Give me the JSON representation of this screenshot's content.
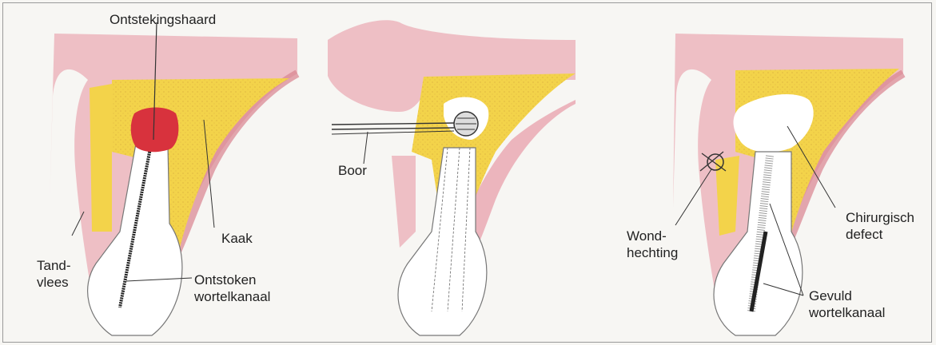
{
  "labels": {
    "ontstekingshaard": "Ontstekingshaard",
    "kaak": "Kaak",
    "tandvlees_line1": "Tand-",
    "tandvlees_line2": "vlees",
    "ontstoken_line1": "Ontstoken",
    "ontstoken_line2": "wortelkanaal",
    "boor": "Boor",
    "wondhechting_line1": "Wond-",
    "wondhechting_line2": "hechting",
    "chirurgisch_line1": "Chirurgisch",
    "chirurgisch_line2": "defect",
    "gevuld_line1": "Gevuld",
    "gevuld_line2": "wortelkanaal"
  },
  "colors": {
    "bone": "#f3d34a",
    "gum": "#ecb5bc",
    "gum_dark": "#d9838f",
    "inflammation": "#d8323d",
    "line": "#333333"
  }
}
